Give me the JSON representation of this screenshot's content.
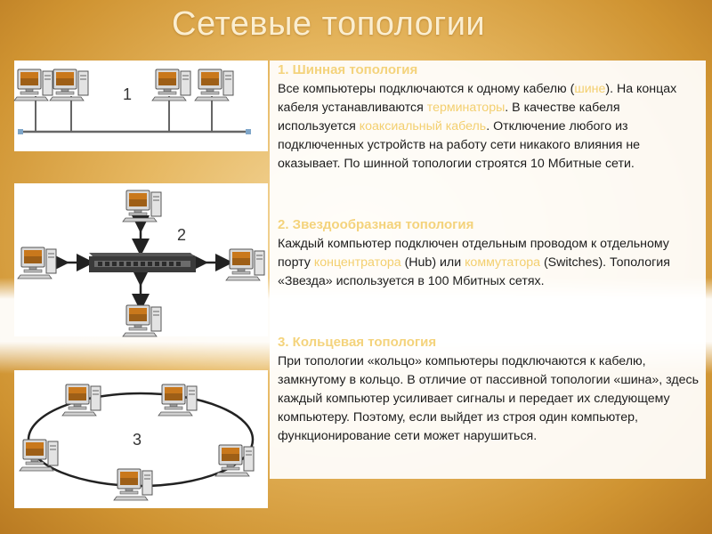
{
  "title": "Сетевые топологии",
  "diagrams": {
    "bus_number": "1",
    "star_number": "2",
    "ring_number": "3",
    "hub_icon": "hub-icon",
    "computer_icon": "computer-icon"
  },
  "sections": [
    {
      "heading": "1. Шинная топология",
      "parts": [
        {
          "t": "Все компьютеры подключаются к одному кабелю ("
        },
        {
          "t": "шине",
          "hl": true
        },
        {
          "t": "). На концах кабеля устанавливаются "
        },
        {
          "t": "терминаторы",
          "hl": true
        },
        {
          "t": ". В качестве кабеля используется "
        },
        {
          "t": "коаксиальный кабель",
          "hl": true
        },
        {
          "t": ". Отключение любого из подключенных устройств на работу сети никакого влияния не оказывает. По шинной топологии строятся 10 Мбитные сети."
        }
      ]
    },
    {
      "heading": "2. Звездообразная топология",
      "parts": [
        {
          "t": "Каждый компьютер подключен отдельным проводом к отдельному порту "
        },
        {
          "t": "концентратора",
          "hl": true
        },
        {
          "t": " (Hub) или "
        },
        {
          "t": "коммутатора",
          "hl": true
        },
        {
          "t": " (Switches). Топология «Звезда» используется в 100 Мбитных сетях."
        }
      ]
    },
    {
      "heading": "3. Кольцевая топология",
      "parts": [
        {
          "t": "При топологии «кольцо» компьютеры подключаются к кабелю, замкнутому в кольцо. В отличие от пассивной топологии «шина», здесь каждый компьютер усиливает сигналы и передает их следующему компьютеру. Поэтому, если выйдет из строя один компьютер, функционирование сети может нарушиться."
        }
      ]
    }
  ]
}
